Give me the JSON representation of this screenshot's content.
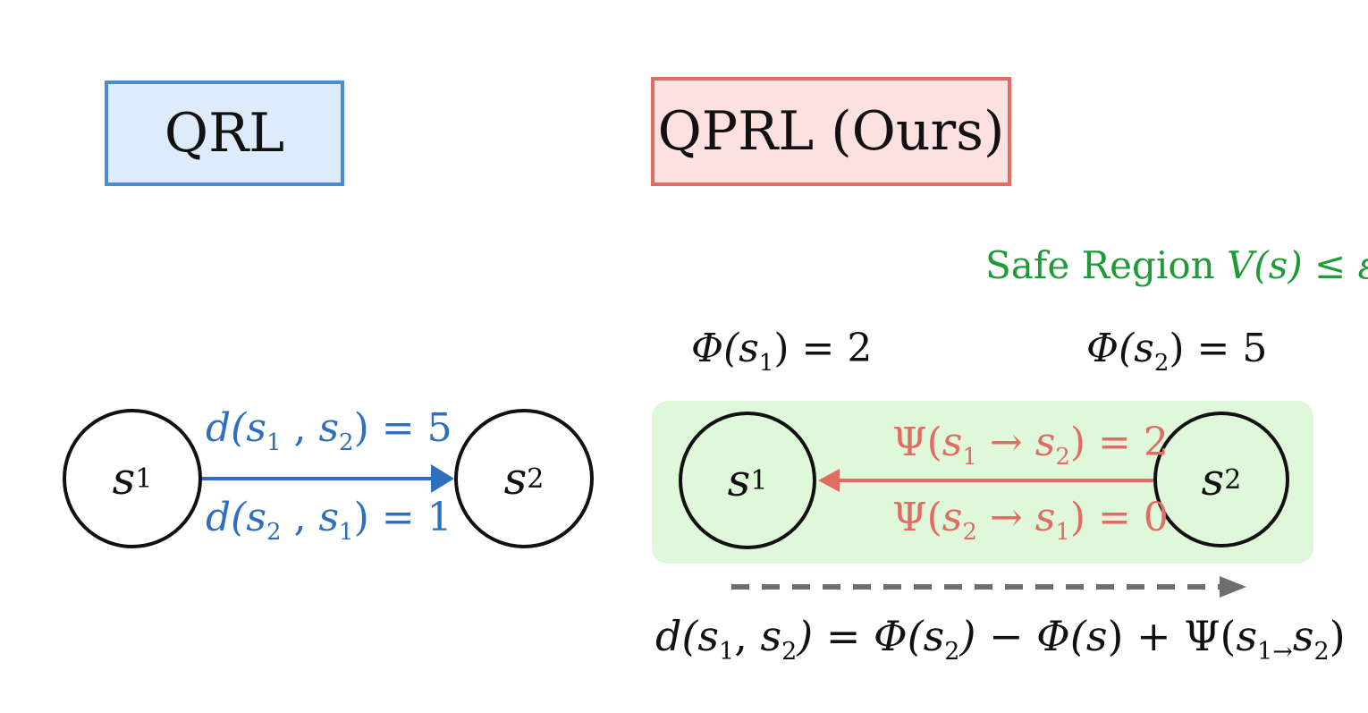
{
  "panels": {
    "left": {
      "title": "QRL"
    },
    "right": {
      "title": "QPRL (Ours)"
    }
  },
  "qrl": {
    "node1": {
      "name": "s",
      "sub": "1"
    },
    "node2": {
      "name": "s",
      "sub": "2"
    },
    "edge_forward": {
      "prefix": "d(",
      "a": "s",
      "a_sub": "1",
      "sep": " , ",
      "b": "s",
      "b_sub": "2",
      "suffix": ") = 5"
    },
    "edge_backward": {
      "prefix": "d(",
      "a": "s",
      "a_sub": "2",
      "sep": " , ",
      "b": "s",
      "b_sub": "1",
      "suffix": ") = 1"
    }
  },
  "qprl": {
    "safe_region": {
      "text": "Safe Region ",
      "math": "V(s) ≤ ε"
    },
    "phi1": {
      "prefix": "Φ(",
      "var": "s",
      "sub": "1",
      "suffix": ") = 2"
    },
    "phi2": {
      "prefix": "Φ(",
      "var": "s",
      "sub": "2",
      "suffix": ") = 5"
    },
    "node1": {
      "name": "s",
      "sub": "1"
    },
    "node2": {
      "name": "s",
      "sub": "2"
    },
    "psi_forward": {
      "prefix": "Ψ(",
      "a": "s",
      "a_sub": "1",
      "arrow": " → ",
      "b": "s",
      "b_sub": "2",
      "suffix": ") = 2"
    },
    "psi_backward": {
      "prefix": "Ψ(",
      "a": "s",
      "a_sub": "2",
      "arrow": " → ",
      "b": "s",
      "b_sub": "1",
      "suffix": ") = 0"
    },
    "formula": {
      "p1": "d(",
      "v1": "s",
      "s1": "1",
      "p2": ", ",
      "v2": "s",
      "s2": "2",
      "p3": ") = Φ(",
      "v3": "s",
      "s3": "2",
      "p4": ") − Φ(",
      "v4": "s",
      "p5": ") + Ψ(",
      "v5": "s",
      "s5": "1",
      "p6": "→",
      "v6": "s",
      "s6": "2",
      "p7": ")"
    }
  },
  "colors": {
    "qrl_accent": "#4a8bd2",
    "qrl_fill": "#ddebfa",
    "qprl_accent": "#e26b64",
    "qprl_fill": "#fde1e1",
    "safe_green": "#1e9a37",
    "safe_fill": "#dff8d9",
    "dashed_arrow": "#6e6e6e"
  }
}
